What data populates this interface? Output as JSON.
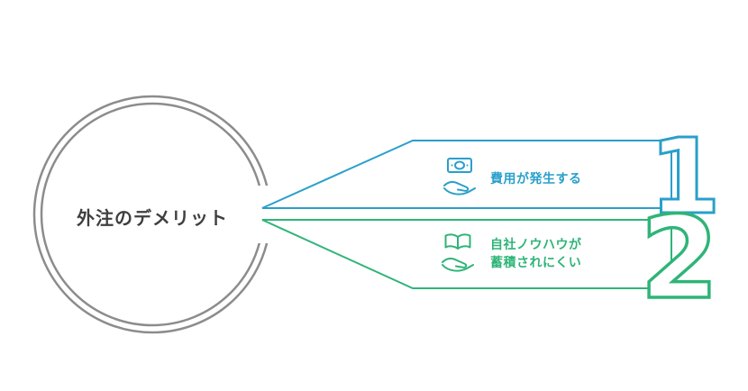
{
  "diagram": {
    "title": "外注のデメリット",
    "items": [
      {
        "number": "1",
        "label_lines": [
          "費用が発生する"
        ],
        "color": "#2a9fcb",
        "icon": "money-in-hand-icon"
      },
      {
        "number": "2",
        "label_lines": [
          "自社ノウハウが",
          "蓄積されにくい"
        ],
        "color": "#2fb478",
        "icon": "book-in-hand-icon"
      }
    ],
    "colors": {
      "background": "#ffffff",
      "circle_outline": "#8c8c8c",
      "title_text": "#3f3f3f",
      "item1_accent": "#2a9fcb",
      "item2_accent": "#2fb478"
    }
  }
}
